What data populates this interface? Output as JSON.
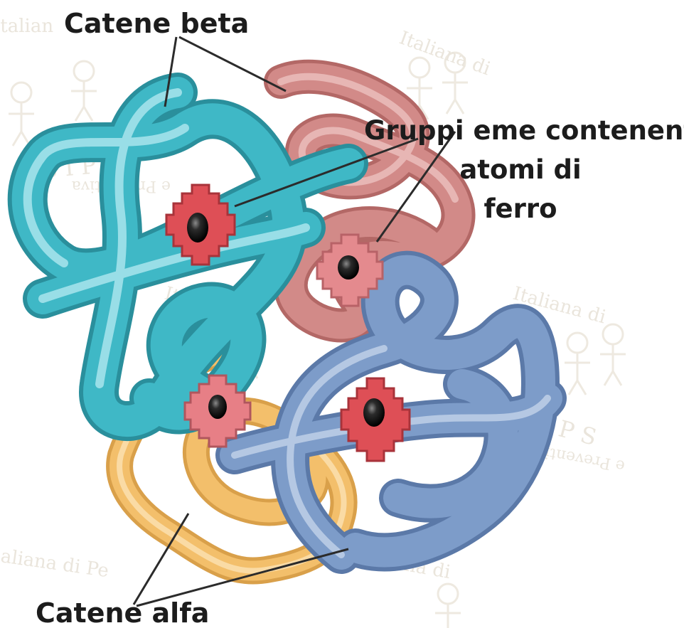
{
  "labels": {
    "catene_beta": "Catene beta",
    "gruppi_eme_line1": "Gruppi eme contenenti",
    "gruppi_eme_line2": "atomi di",
    "gruppi_eme_line3": "ferro",
    "catene_alfa": "Catene alfa"
  },
  "watermark": {
    "text": "Società Italiana di Pediatria Preventiva e Sociale",
    "abbr": "SIPPS"
  },
  "colors": {
    "beta_chain_teal": "#3fb8c6",
    "beta_chain_pink": "#d28a88",
    "alfa_chain_blue": "#7d9cc9",
    "alfa_chain_orange": "#f3bf6b",
    "heme": "#de4f56",
    "iron": "#1b1b1b"
  }
}
